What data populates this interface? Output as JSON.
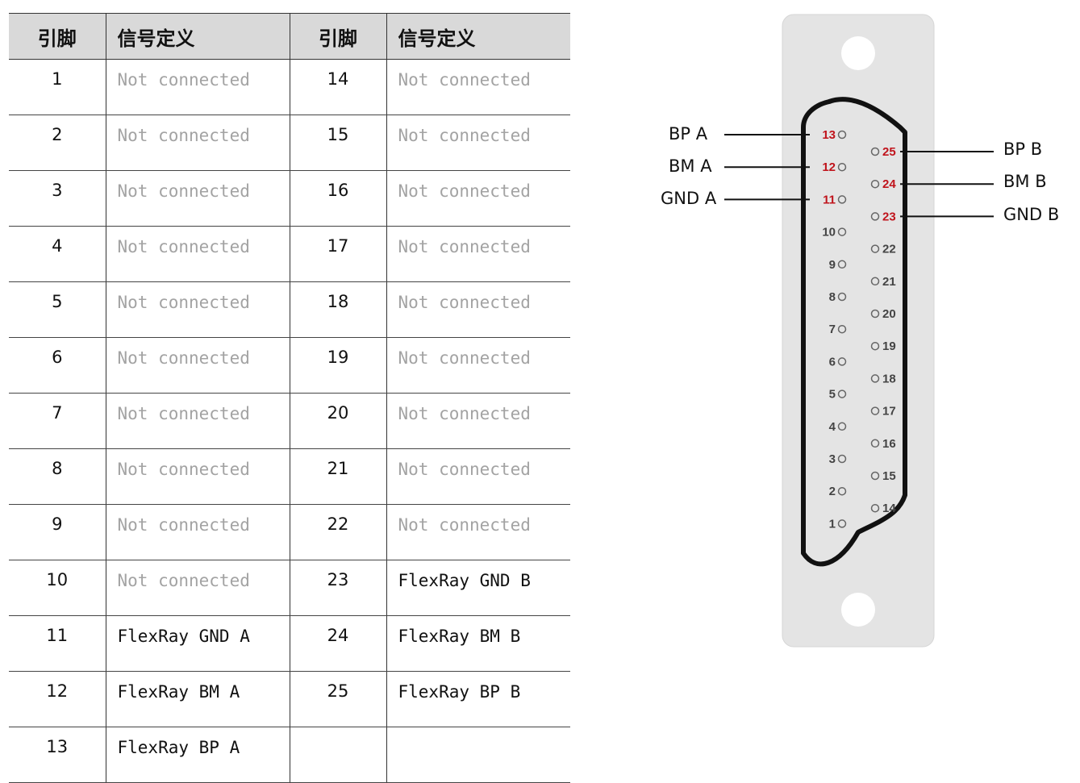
{
  "table": {
    "headers": [
      "引脚",
      "信号定义",
      "引脚",
      "信号定义"
    ],
    "left_column": [
      {
        "pin": "1",
        "signal": "Not connected",
        "connected": false
      },
      {
        "pin": "2",
        "signal": "Not connected",
        "connected": false
      },
      {
        "pin": "3",
        "signal": "Not connected",
        "connected": false
      },
      {
        "pin": "4",
        "signal": "Not connected",
        "connected": false
      },
      {
        "pin": "5",
        "signal": "Not connected",
        "connected": false
      },
      {
        "pin": "6",
        "signal": "Not connected",
        "connected": false
      },
      {
        "pin": "7",
        "signal": "Not connected",
        "connected": false
      },
      {
        "pin": "8",
        "signal": "Not connected",
        "connected": false
      },
      {
        "pin": "9",
        "signal": "Not connected",
        "connected": false
      },
      {
        "pin": "10",
        "signal": "Not connected",
        "connected": false
      },
      {
        "pin": "11",
        "signal": "FlexRay GND A",
        "connected": true
      },
      {
        "pin": "12",
        "signal": "FlexRay BM A",
        "connected": true
      },
      {
        "pin": "13",
        "signal": "FlexRay BP A",
        "connected": true
      }
    ],
    "right_column": [
      {
        "pin": "14",
        "signal": "Not connected",
        "connected": false
      },
      {
        "pin": "15",
        "signal": "Not connected",
        "connected": false
      },
      {
        "pin": "16",
        "signal": "Not connected",
        "connected": false
      },
      {
        "pin": "17",
        "signal": "Not connected",
        "connected": false
      },
      {
        "pin": "18",
        "signal": "Not connected",
        "connected": false
      },
      {
        "pin": "19",
        "signal": "Not connected",
        "connected": false
      },
      {
        "pin": "20",
        "signal": "Not connected",
        "connected": false
      },
      {
        "pin": "21",
        "signal": "Not connected",
        "connected": false
      },
      {
        "pin": "22",
        "signal": "Not connected",
        "connected": false
      },
      {
        "pin": "23",
        "signal": "FlexRay GND B",
        "connected": true
      },
      {
        "pin": "24",
        "signal": "FlexRay BM B",
        "connected": true
      },
      {
        "pin": "25",
        "signal": "FlexRay BP B",
        "connected": true
      }
    ]
  },
  "connector": {
    "left_labels": {
      "pin13": "BP A",
      "pin12": "BM A",
      "pin11": "GND A"
    },
    "right_labels": {
      "pin25": "BP B",
      "pin24": "BM B",
      "pin23": "GND B"
    },
    "top_row": [
      "13",
      "12",
      "11",
      "10",
      "9",
      "8",
      "7",
      "6",
      "5",
      "4",
      "3",
      "2",
      "1"
    ],
    "bottom_row": [
      "25",
      "24",
      "23",
      "22",
      "21",
      "20",
      "19",
      "18",
      "17",
      "16",
      "15",
      "14"
    ],
    "highlighted_pins": [
      "11",
      "12",
      "13",
      "23",
      "24",
      "25"
    ],
    "colors": {
      "plate": "#e4e4e4",
      "highlight": "#c0141c",
      "pin_text": "#444444",
      "outline": "#111111"
    }
  }
}
